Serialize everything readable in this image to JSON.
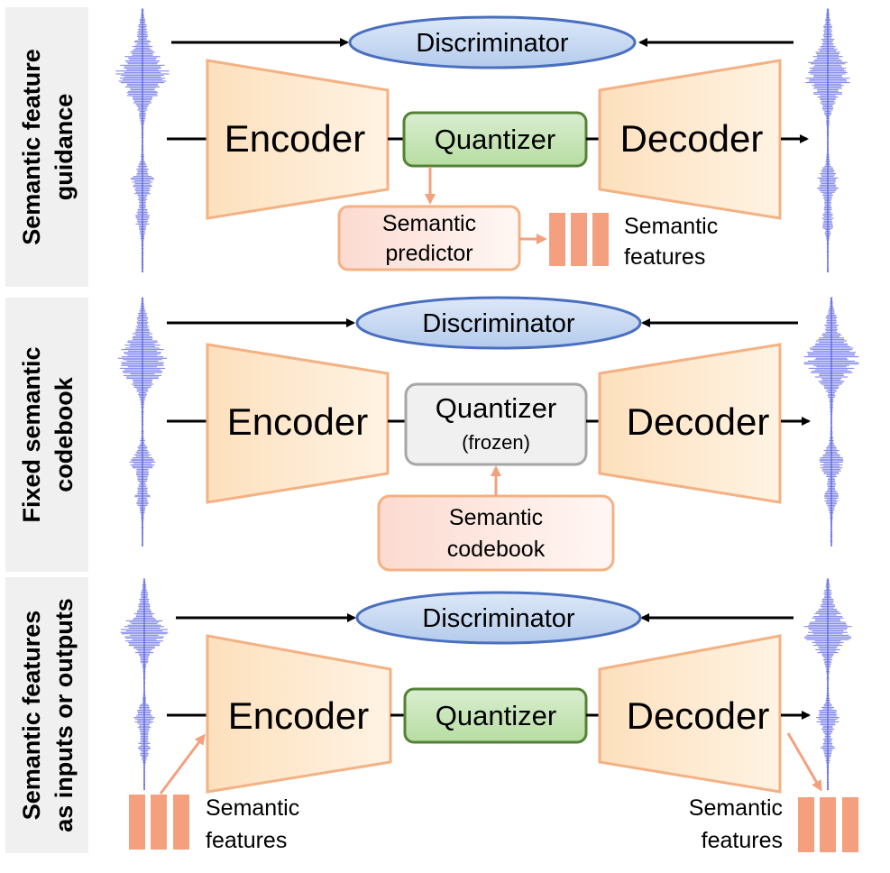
{
  "colors": {
    "panel_label_bg": "#f0f0f0",
    "trapezoid_fill": "#fde4c2",
    "trapezoid_stroke": "#f4b183",
    "quantizer_fill": "#c9e7b5",
    "quantizer_stroke": "#548235",
    "frozen_fill": "#f0f0f0",
    "frozen_stroke": "#a6a6a6",
    "semantic_fill": "#fde3dc",
    "semantic_stroke": "#f4b183",
    "feature_bar": "#f4a07e",
    "disc_fill": "#c5d9f1",
    "disc_stroke": "#4a6fbf",
    "arrow_orange": "#f4a07e",
    "waveform": "#4a55e0"
  },
  "panels": [
    {
      "side_label_lines": [
        "Semantic feature",
        "guidance"
      ],
      "discriminator": "Discriminator",
      "encoder": "Encoder",
      "quantizer": "Quantizer",
      "decoder": "Decoder",
      "predictor_lines": [
        "Semantic",
        "predictor"
      ],
      "features_lines": [
        "Semantic",
        "features"
      ]
    },
    {
      "side_label_lines": [
        "Fixed semantic",
        "codebook"
      ],
      "discriminator": "Discriminator",
      "encoder": "Encoder",
      "quantizer": "Quantizer",
      "quantizer_note": "(frozen)",
      "decoder": "Decoder",
      "codebook_lines": [
        "Semantic",
        "codebook"
      ]
    },
    {
      "side_label_lines": [
        "Semantic features",
        "as inputs or outputs"
      ],
      "discriminator": "Discriminator",
      "encoder": "Encoder",
      "quantizer": "Quantizer",
      "decoder": "Decoder",
      "input_features_lines": [
        "Semantic",
        "features"
      ],
      "output_features_lines": [
        "Semantic",
        "features"
      ]
    }
  ]
}
